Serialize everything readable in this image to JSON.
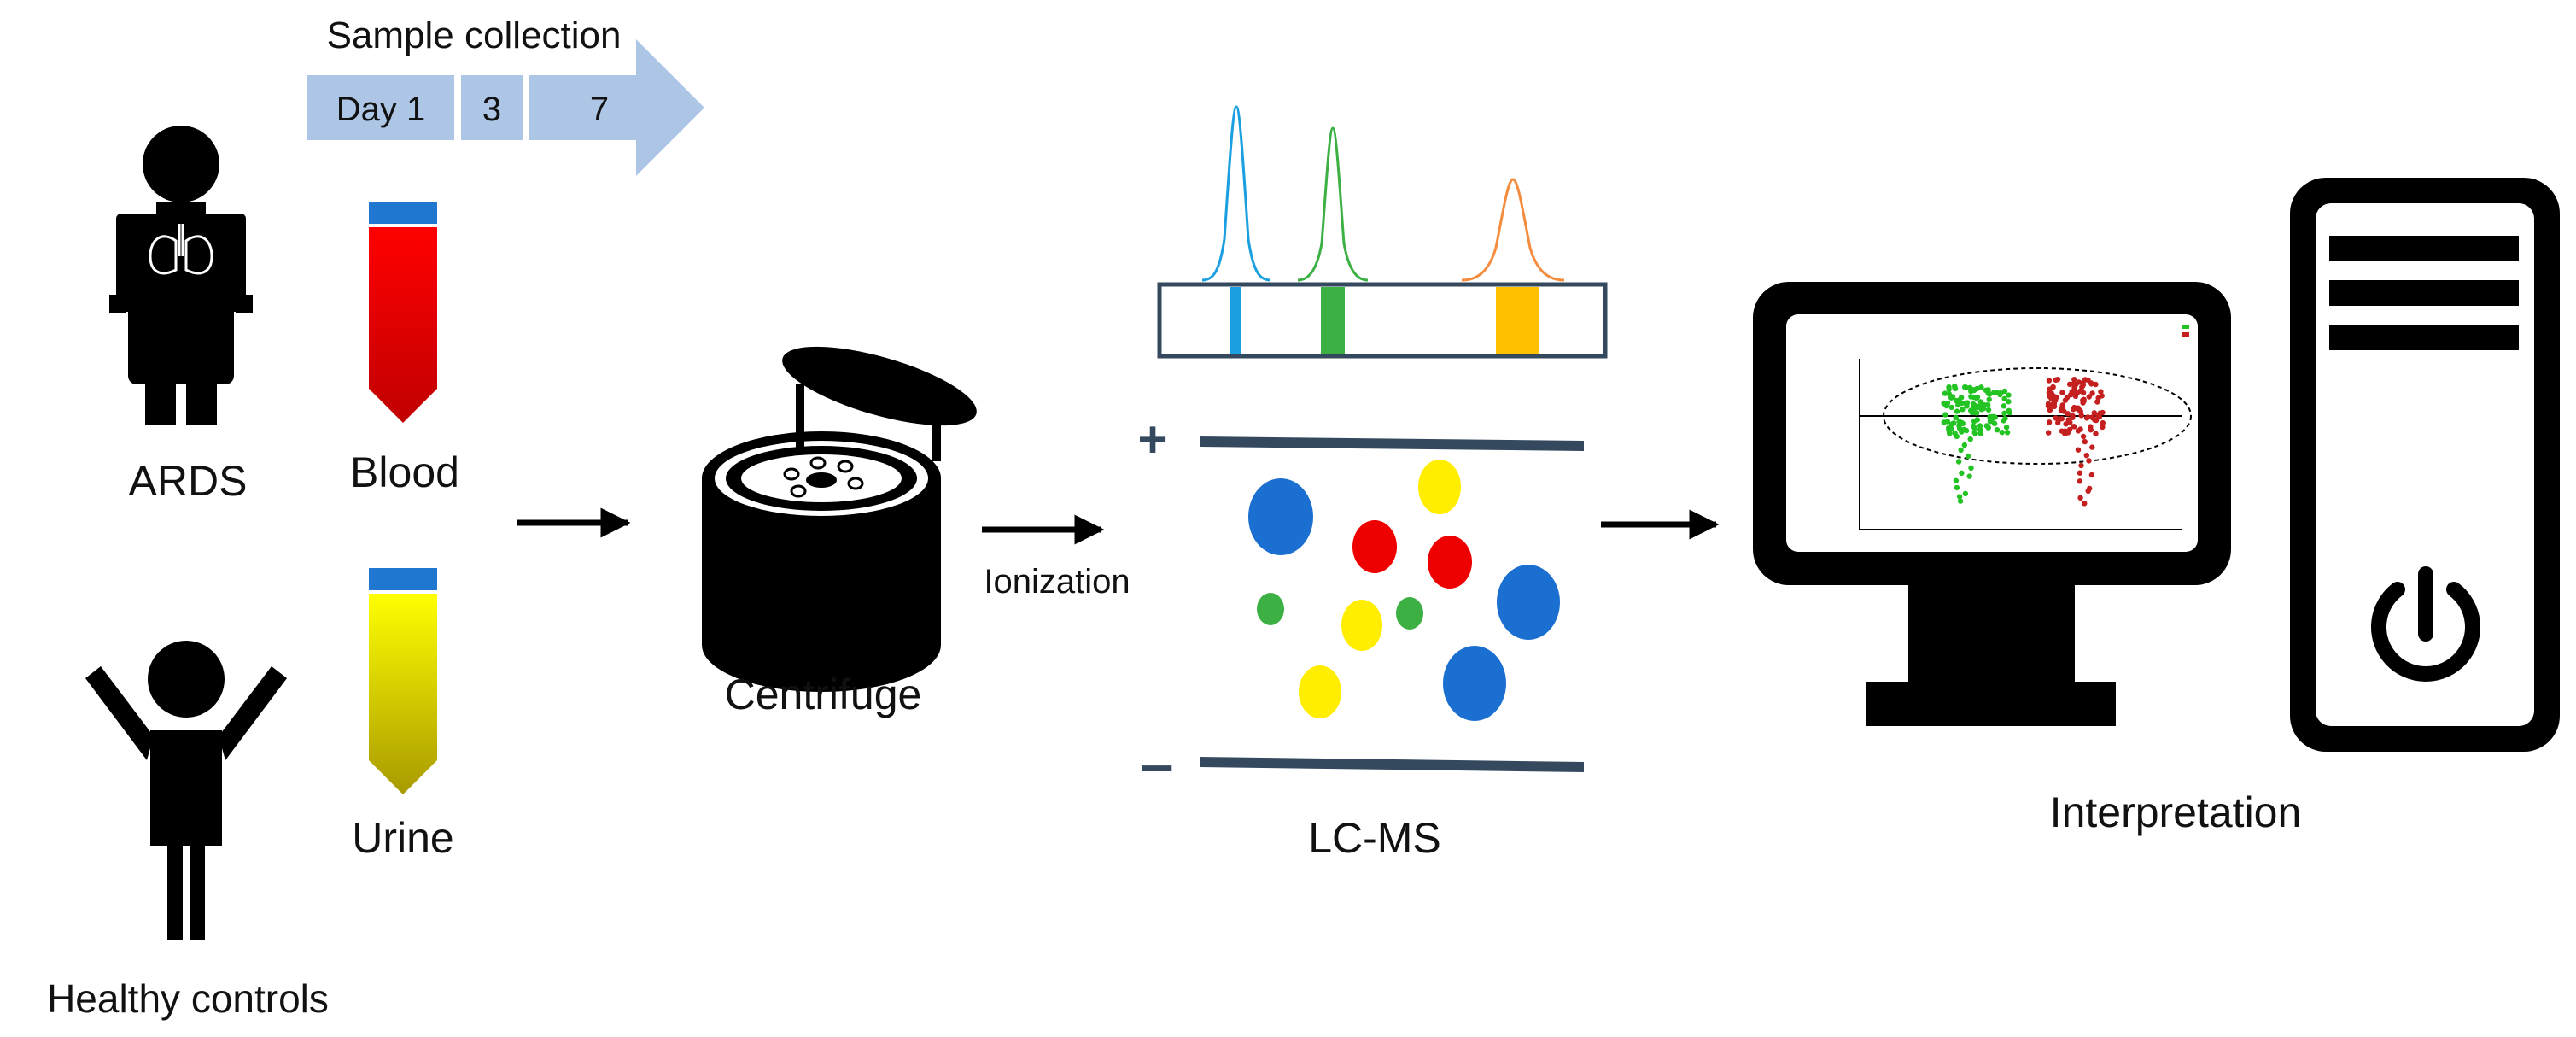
{
  "timeline": {
    "title": "Sample collection",
    "days": [
      "Day 1",
      "3",
      "7"
    ],
    "color": "#aec6e6"
  },
  "subjects": {
    "patient": "ARDS",
    "control": "Healthy controls"
  },
  "samples": {
    "blood": {
      "label": "Blood",
      "cap_color": "#1f77d0",
      "fill_top": "#ff0000",
      "fill_bottom": "#cc0000"
    },
    "urine": {
      "label": "Urine",
      "cap_color": "#1f77d0",
      "fill_top": "#ffff00",
      "fill_bottom": "#a8a000"
    }
  },
  "steps": {
    "centrifuge": "Centrifuge",
    "ionization": "Ionization",
    "lcms": "LC-MS",
    "interpretation": "Interpretation"
  },
  "lcms": {
    "plus_sign": "+",
    "minus_sign": "–",
    "peak_colors": [
      "#1a9fe0",
      "#3cb043",
      "#f58b3c"
    ],
    "band_colors": [
      "#1a9fe0",
      "#3cb043",
      "#ffc000"
    ],
    "ion_colors": {
      "blue": "#1a6fd0",
      "red": "#ee0000",
      "yellow": "#ffee00",
      "green": "#3cb043"
    }
  },
  "scatter_colors": {
    "group_a": "#22c322",
    "group_b": "#c42020"
  }
}
